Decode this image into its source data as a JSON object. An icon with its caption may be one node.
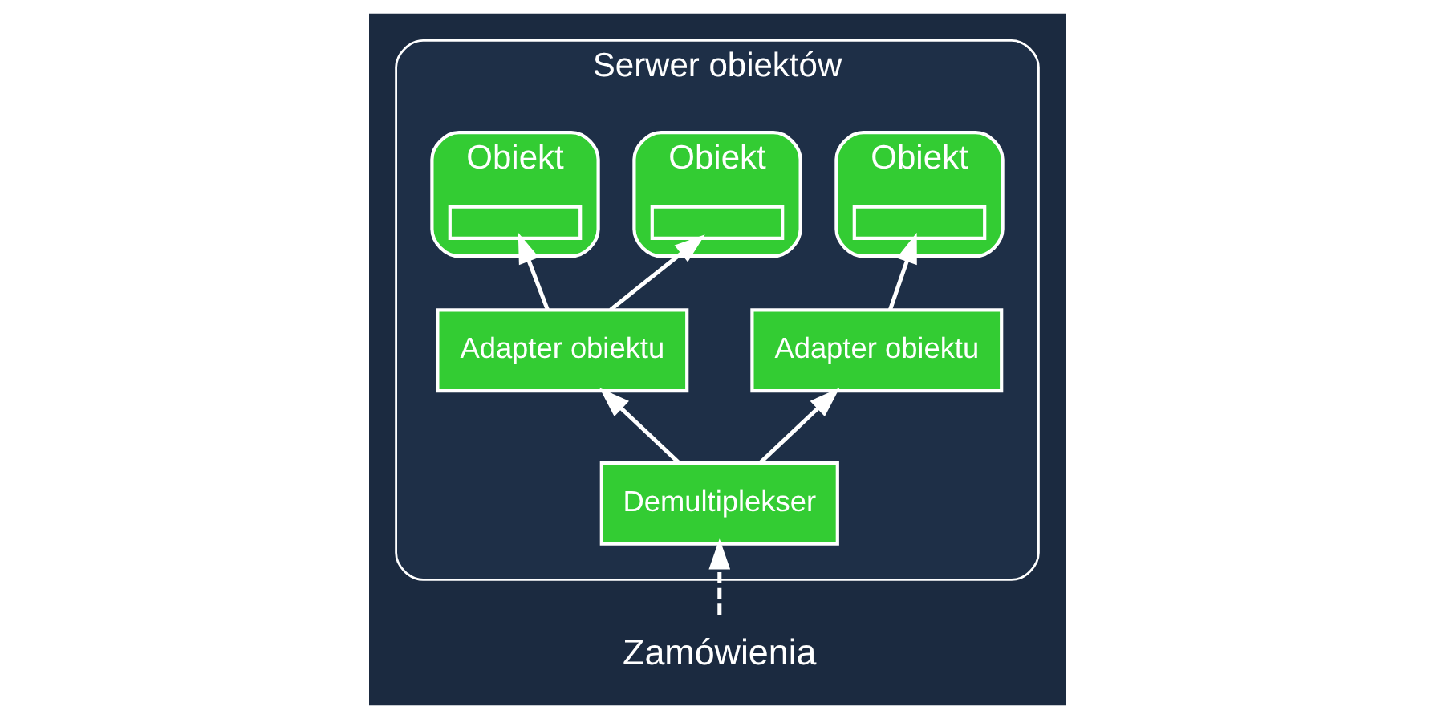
{
  "diagram": {
    "nodes": [
      {
        "text": [
          "Serwer obiektów"
        ]
      },
      {
        "text": [
          "Obiekt"
        ],
        "in": 0
      },
      {
        "text": [],
        "shape": "box",
        "in": 1
      },
      {
        "text": [
          "Obiekt"
        ],
        "in": 0
      },
      {
        "text": [],
        "shape": "box",
        "in": 3
      },
      {
        "text": [
          "Obiekt"
        ],
        "in": 0
      },
      {
        "text": [],
        "shape": "box",
        "in": 5
      },
      {
        "text": [
          "Adapter obiektu"
        ],
        "in": 0
      },
      {
        "text": [
          "Adapter obiektu"
        ],
        "in": 0
      },
      {
        "text": [
          "Demultiplekser"
        ],
        "in": 0
      },
      {
        "text": [
          "Zamówienia"
        ]
      }
    ],
    "edges": [
      {
        "from": 7,
        "to": 2,
        "arrow": "to"
      },
      {
        "from": 7,
        "to": 4,
        "arrow": "to"
      },
      {
        "from": 8,
        "to": 6,
        "arrow": "to"
      },
      {
        "from": 9,
        "to": 7,
        "arrow": "to"
      },
      {
        "from": 9,
        "to": 8,
        "arrow": "to"
      },
      {
        "from": 10,
        "to": 9,
        "arrow": "to",
        "style": "dashed"
      }
    ]
  }
}
